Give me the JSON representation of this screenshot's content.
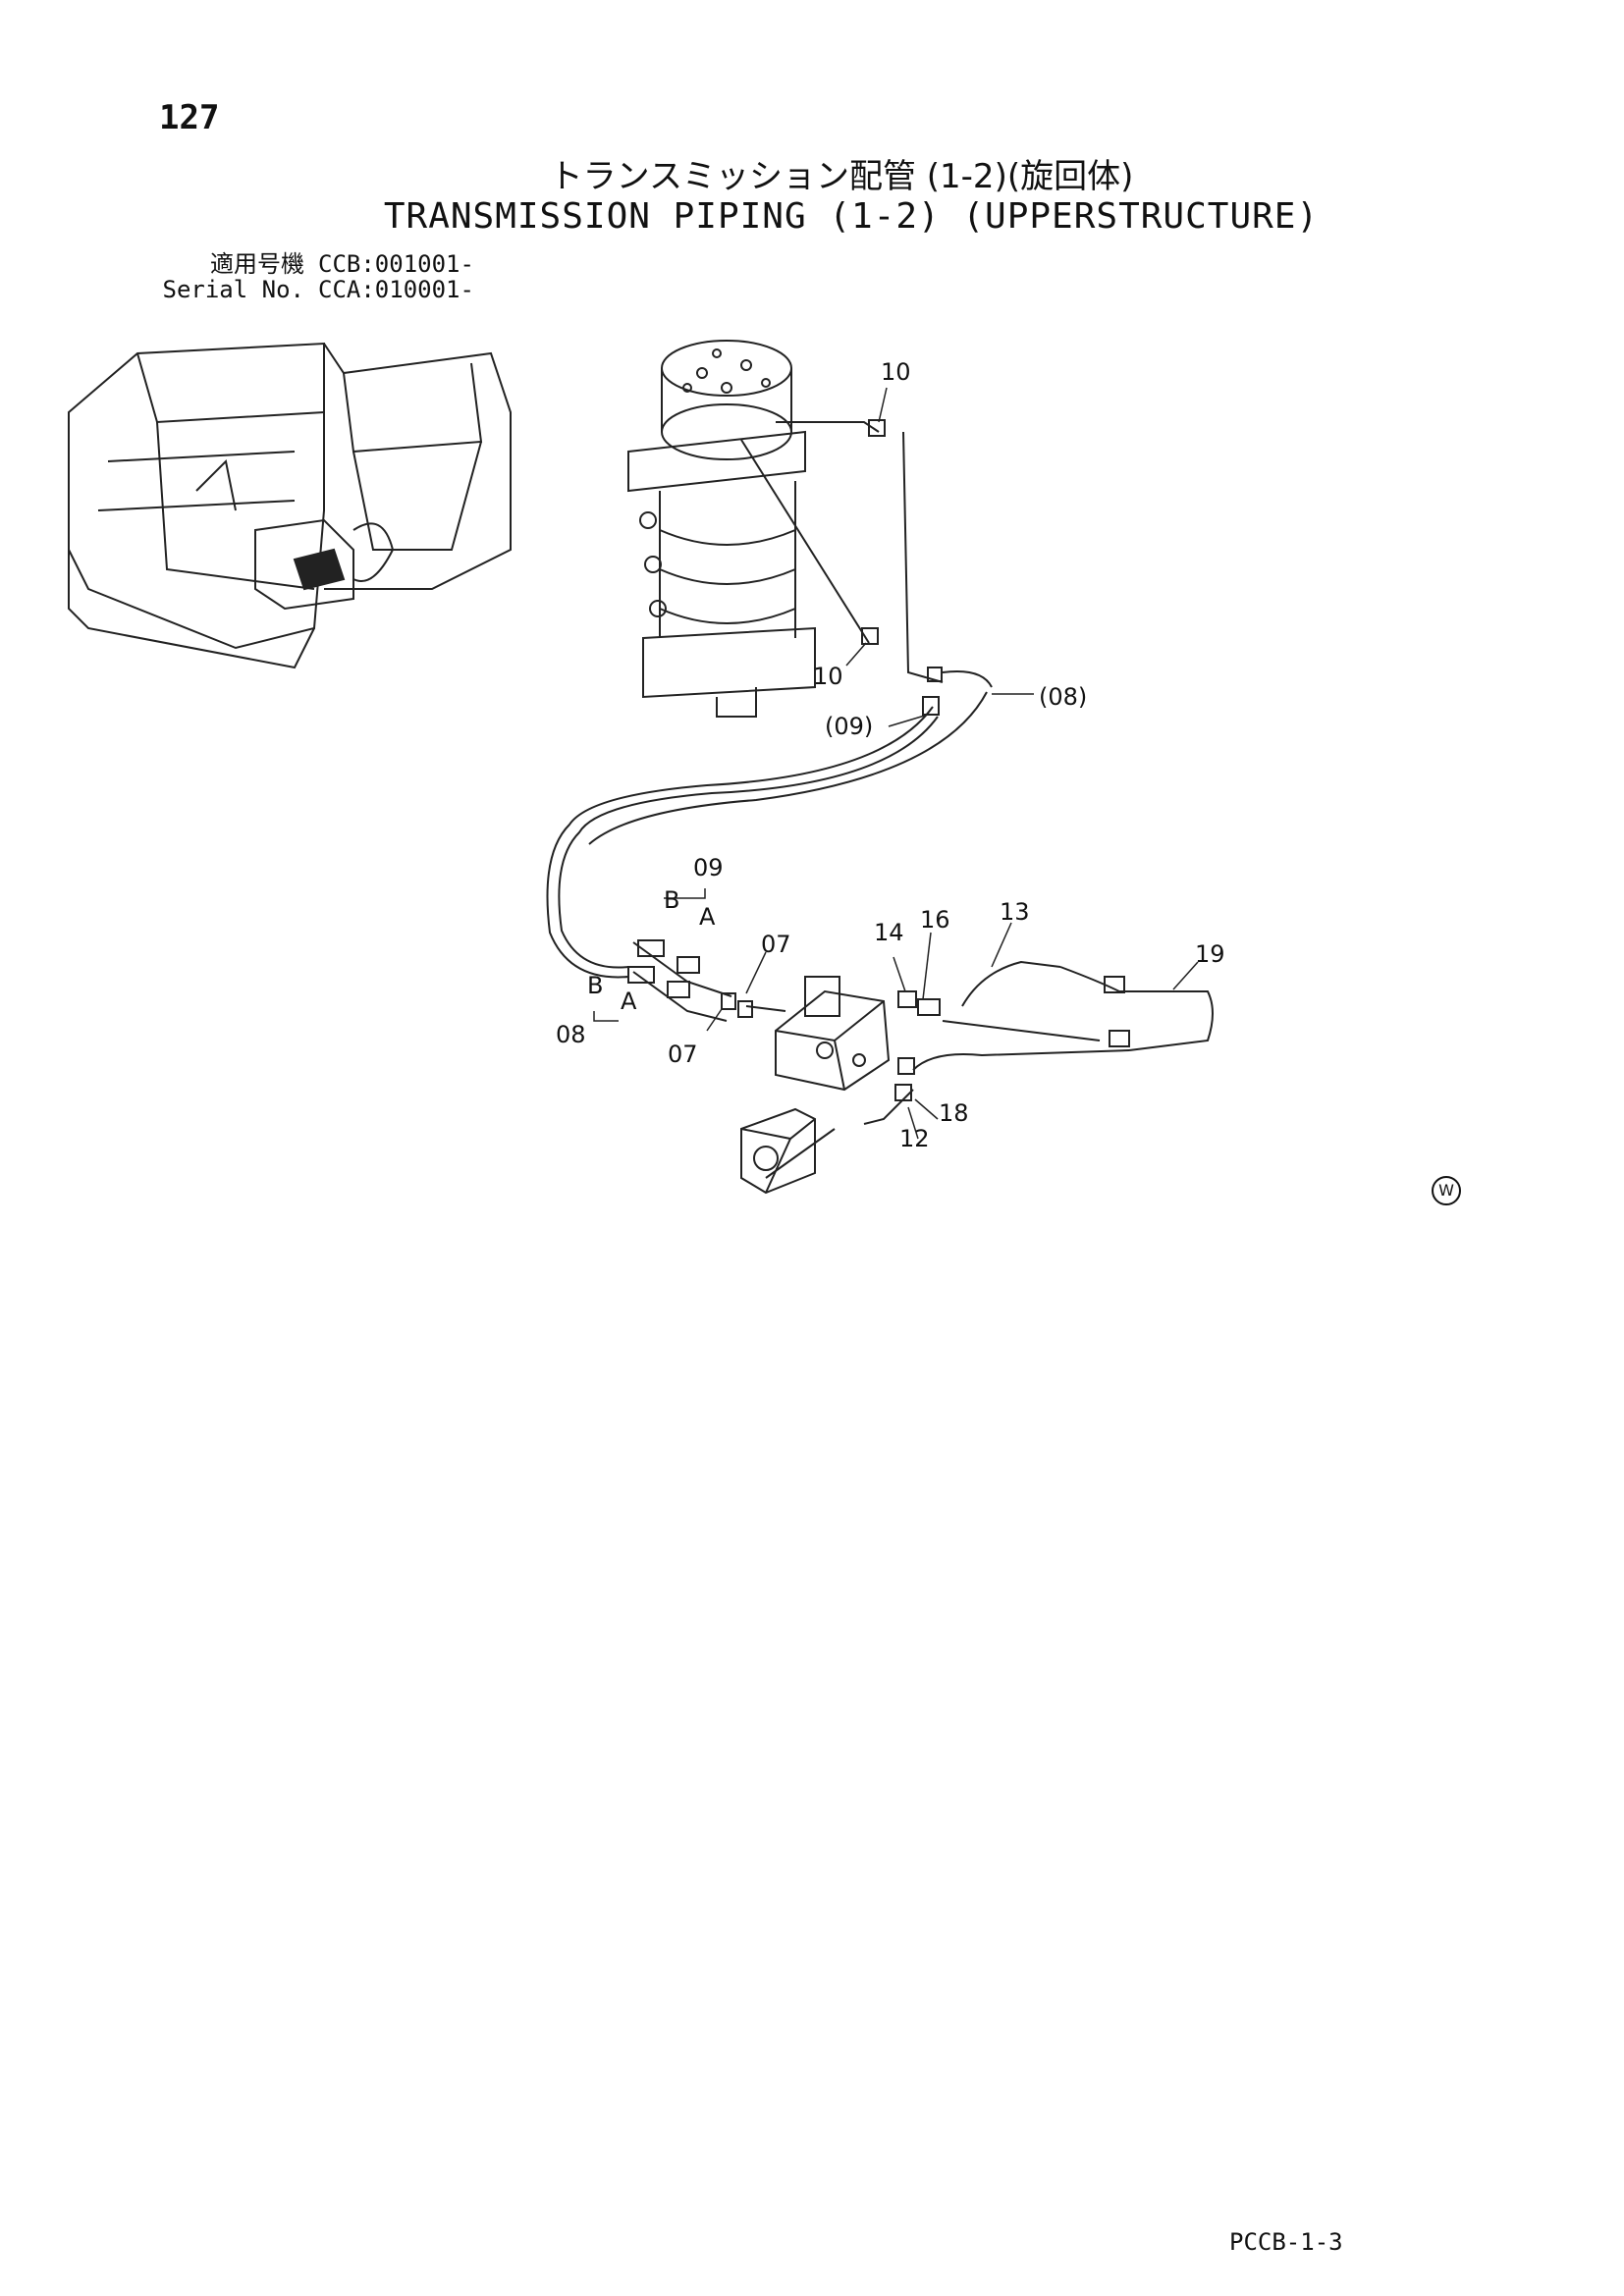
{
  "page": {
    "number": "127",
    "code": "PCCB-1-3"
  },
  "title": {
    "japanese": "トランスミッション配管 (1-2)(旋回体)",
    "english": "TRANSMISSION PIPING (1-2) (UPPERSTRUCTURE)"
  },
  "serial": {
    "rows": [
      {
        "label": "適用号機",
        "value": "CCB:001001-"
      },
      {
        "label": "Serial No.",
        "value": "CCA:010001-"
      }
    ]
  },
  "callouts": {
    "c10a": "10",
    "c10b": "10",
    "c08top": "(08)",
    "c09top": "(09)",
    "c09": "09",
    "cB1": "B",
    "cA1": "A",
    "cB2": "B",
    "cA2": "A",
    "c08": "08",
    "c07a": "07",
    "c07b": "07",
    "c14": "14",
    "c16": "16",
    "c13": "13",
    "c19": "19",
    "c18": "18",
    "c12": "12"
  },
  "watermark": "W"
}
